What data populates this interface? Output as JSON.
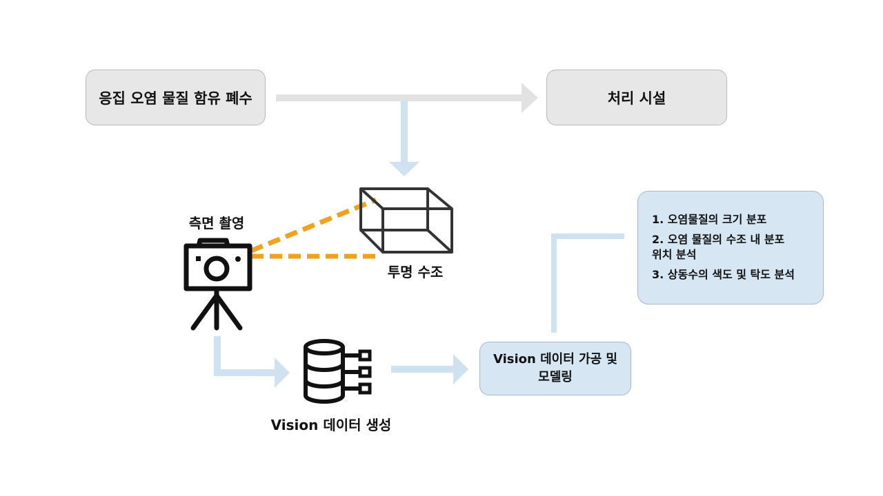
{
  "nodes": {
    "wastewater": "응집 오염 물질 함유 폐수",
    "facility": "처리 시설",
    "tank": "투명 수조",
    "camera": "측면 촬영",
    "dataset": "Vision 데이터 생성",
    "modeling": "Vision 데이터 가공 및\n모델링"
  },
  "results": [
    "1. 오염물질의 크기 분포",
    "2. 오염 물질의 수조 내 분포\n위치 분석",
    "3. 상동수의 색도 및 탁도 분석"
  ],
  "colors": {
    "gray_box": "#e7e7e7",
    "blue_box": "#d6e6f3",
    "gray_arrow": "#e2e2e2",
    "blue_arrow": "#cfe2f2",
    "sight_line": "#f0a21d",
    "icon": "#111111",
    "tank_stroke": "#333333"
  },
  "icons": [
    "camera-tripod-icon",
    "transparent-tank-icon",
    "database-icon"
  ]
}
